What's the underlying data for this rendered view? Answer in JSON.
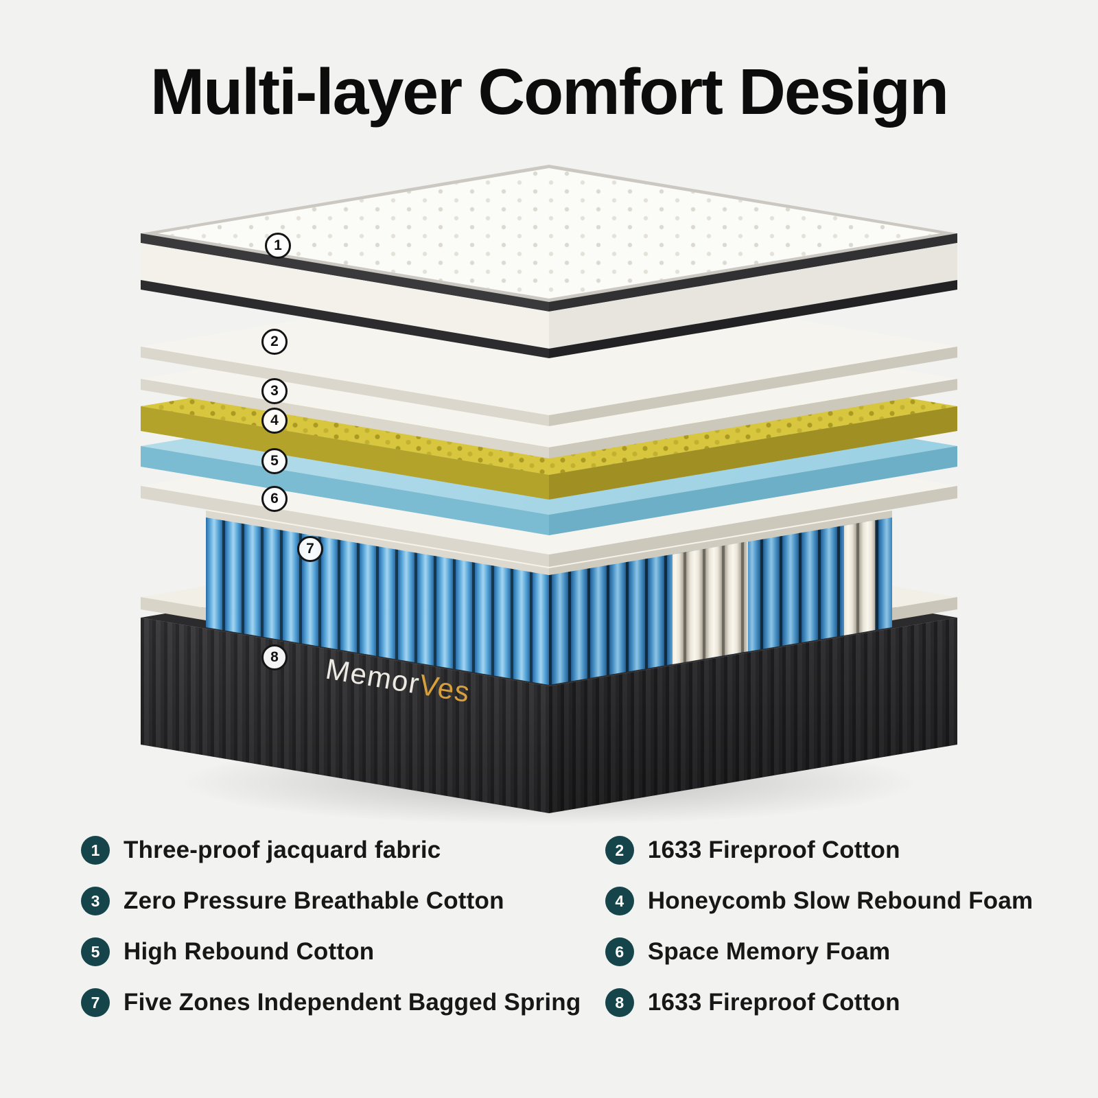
{
  "title": "Multi-layer Comfort Design",
  "brand": {
    "name_primary": "Memor",
    "name_accent": "Ves"
  },
  "colors": {
    "background": "#f2f2f0",
    "badge_teal": "#15454a",
    "brand_accent_gold": "#d8a03c",
    "spring_blue": "#58a6da",
    "foam_yellow": "#d7c63e",
    "gel_blue": "#a6d7e8",
    "base_charcoal": "#2e2e30"
  },
  "legend": {
    "items": [
      {
        "num": "1",
        "label": "Three-proof jacquard fabric"
      },
      {
        "num": "2",
        "label": "1633 Fireproof Cotton"
      },
      {
        "num": "3",
        "label": "Zero Pressure Breathable Cotton"
      },
      {
        "num": "4",
        "label": "Honeycomb Slow Rebound Foam"
      },
      {
        "num": "5",
        "label": "High Rebound Cotton"
      },
      {
        "num": "6",
        "label": "Space Memory Foam"
      },
      {
        "num": "7",
        "label": "Five Zones Independent Bagged Spring"
      },
      {
        "num": "8",
        "label": "1633 Fireproof Cotton"
      }
    ]
  }
}
